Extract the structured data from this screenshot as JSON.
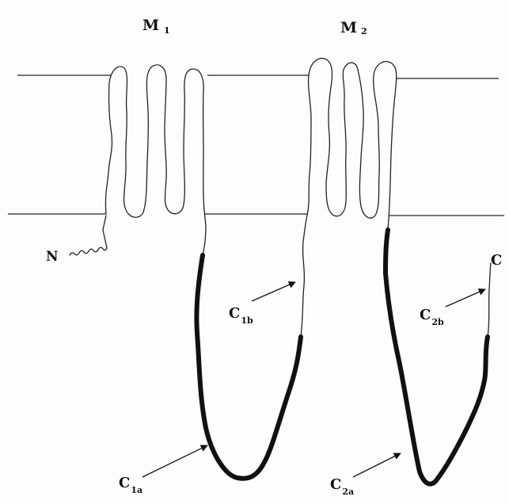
{
  "labels": {
    "m1": "M",
    "m1_sub": "1",
    "m2": "M",
    "m2_sub": "2",
    "n_terminus": "N",
    "c_terminus": "C",
    "c1a": "C",
    "c1a_sub": "1a",
    "c1b": "C",
    "c1b_sub": "1b",
    "c2a": "C",
    "c2a_sub": "2a",
    "c2b": "C",
    "c2b_sub": "2b"
  }
}
